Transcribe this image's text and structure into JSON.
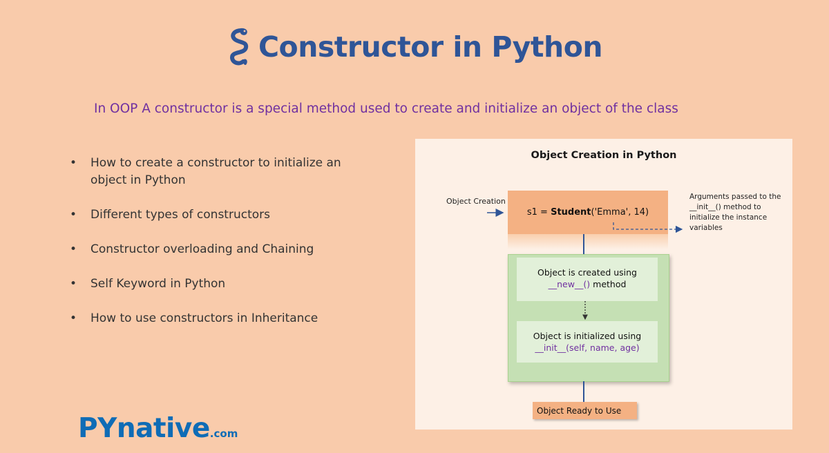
{
  "header": {
    "title": "Constructor in Python",
    "icon": "python-snake-icon"
  },
  "subtitle": "In OOP A constructor is a special method used to create and initialize an object of the class",
  "bullets": [
    {
      "text": "How to create a constructor to initialize an object in Python"
    },
    {
      "text": "Different types of constructors"
    },
    {
      "text": "Constructor overloading and Chaining"
    },
    {
      "text": "Self Keyword in Python"
    },
    {
      "text": "How to use constructors in Inheritance"
    }
  ],
  "bullet_symbol": "•",
  "diagram": {
    "title": "Object Creation in Python",
    "object_creation_label": "Object Creation",
    "code": {
      "prefix": "s1 = ",
      "class_name": "Student",
      "args": "('Emma', 14)"
    },
    "args_note": "Arguments passed to the __init__() method to initialize the instance variables",
    "step1": {
      "text": "Object is created using",
      "method": "__new__()",
      "suffix": " method"
    },
    "step2": {
      "text": "Object is initialized using",
      "method": "__init__(self, name, age)"
    },
    "ready": "Object Ready to Use"
  },
  "logo": {
    "brand": "PYnative",
    "suffix": ".com"
  },
  "colors": {
    "background": "#f9cbab",
    "title": "#2f5597",
    "subtitle": "#7030a0",
    "orange_box": "#f4b183",
    "green_box": "#c5e0b4",
    "arrow": "#2f5597",
    "logo": "#0f6cb6"
  }
}
